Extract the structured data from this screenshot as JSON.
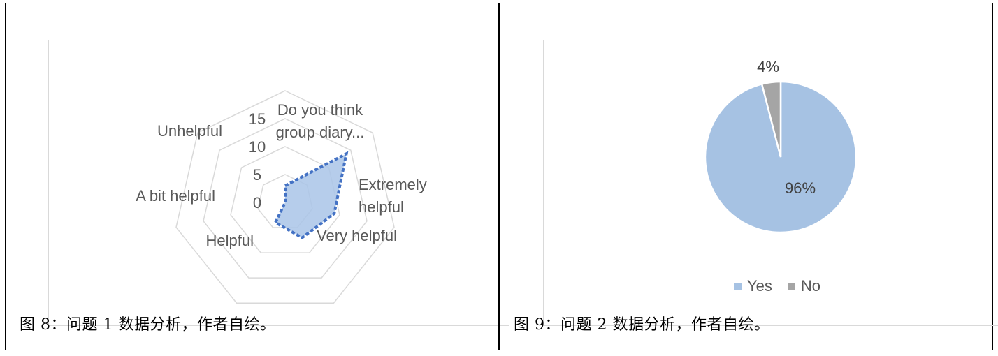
{
  "panels": {
    "left": {
      "caption": "图 8：问题 1 数据分析，作者自绘。"
    },
    "right": {
      "caption": "图 9：问题 2 数据分析，作者自绘。"
    }
  },
  "chart_data": [
    {
      "type": "radar",
      "categories": [
        "Do you think group diary...",
        "Extremely helpful",
        "Very helpful",
        "Helpful",
        "A bit helpful",
        "Unhelpful"
      ],
      "category_label_lines": [
        [
          "Do you think",
          "group diary..."
        ],
        [
          "Extremely",
          "helpful"
        ],
        [
          "Very helpful"
        ],
        [
          "Helpful"
        ],
        [
          "A bit helpful"
        ],
        [
          "Unhelpful"
        ]
      ],
      "series": [
        {
          "values": [
            3,
            14,
            9,
            7,
            4,
            0
          ],
          "color": "#4472c4",
          "fill": "#a9c4e8"
        }
      ],
      "axis_ticks": [
        0,
        5,
        10,
        15
      ],
      "rmax": 20,
      "grid": true
    },
    {
      "type": "pie",
      "categories": [
        "Yes",
        "No"
      ],
      "values": [
        96,
        4
      ],
      "labels": [
        "96%",
        "4%"
      ],
      "colors": [
        "#a6c2e3",
        "#a5a5a5"
      ],
      "legend": "bottom"
    }
  ]
}
